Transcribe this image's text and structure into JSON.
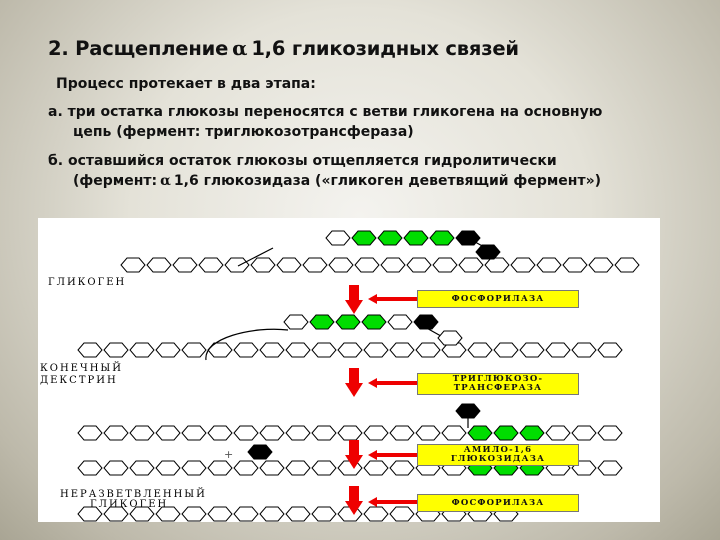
{
  "title": {
    "prefix": "2. Расщепление",
    "alpha": "α",
    "suffix": "1,6 гликозидных связей"
  },
  "intro": "Процесс протекает в два этапа:",
  "item_a": {
    "line1": "а. три остатка глюкозы переносятся с ветви гликогена на основную",
    "line2": "цепь (фермент: триглюкозотрансфераза)"
  },
  "item_b": {
    "line1": "б. оставшийся остаток глюкозы отщепляется гидролитически",
    "line2_prefix": "(фермент:",
    "line2_alpha": "α",
    "line2_suffix": "1,6 глюкозидаза («гликоген деветвящий фермент»)"
  },
  "diagram": {
    "labels": {
      "glycogen": "ГЛИКОГЕН",
      "limit_dextrin_1": "КОНЕЧНЫЙ",
      "limit_dextrin_2": "ДЕКСТРИН",
      "unbranched_1": "НЕРАЗВЕТВЛЕННЫЙ",
      "unbranched_2": "ГЛИКОГЕН"
    },
    "enzymes": {
      "phosphorylase_1": "ФОСФОРИЛАЗА",
      "transferase_1": "ТРИГЛЮКОЗО-",
      "transferase_2": "ТРАНСФЕРАЗА",
      "amylo_1": "АМИЛО-1,6",
      "amylo_2": "ГЛЮКОЗИДАЗА",
      "phosphorylase_2": "ФОСФОРИЛАЗА"
    },
    "plus_sign": "+",
    "colors": {
      "green_residue": "#00dd00",
      "black_residue": "#000000",
      "arrow": "#ee0000",
      "enzyme_box": "#ffff00"
    }
  }
}
